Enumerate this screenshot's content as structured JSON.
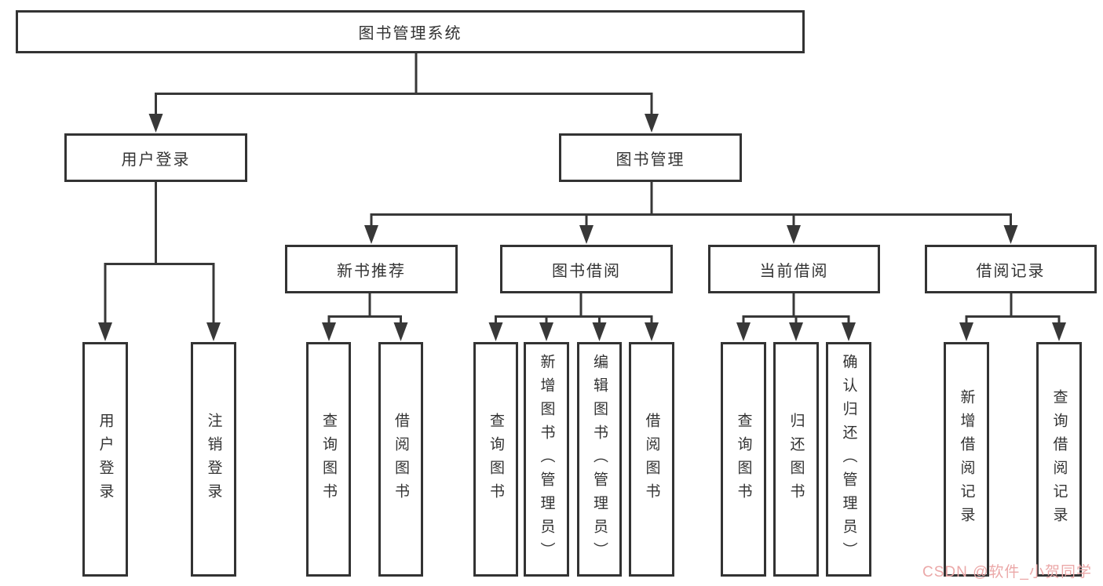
{
  "root": {
    "label": "图书管理系统"
  },
  "level2": {
    "user_login": {
      "label": "用户登录"
    },
    "book_mgmt": {
      "label": "图书管理"
    }
  },
  "level3": {
    "new_book_rec": {
      "label": "新书推荐"
    },
    "book_borrow": {
      "label": "图书借阅"
    },
    "current_borrow": {
      "label": "当前借阅"
    },
    "borrow_record": {
      "label": "借阅记录"
    }
  },
  "leaves": {
    "login": {
      "label": "用户登录"
    },
    "logout": {
      "label": "注销登录"
    },
    "rec_query": {
      "label": "查询图书"
    },
    "rec_borrow": {
      "label": "借阅图书"
    },
    "bb_query": {
      "label": "查询图书"
    },
    "bb_add_admin": {
      "label": "新增图书（管理员）"
    },
    "bb_edit_admin": {
      "label": "编辑图书（管理员）"
    },
    "bb_borrow": {
      "label": "借阅图书"
    },
    "cur_query": {
      "label": "查询图书"
    },
    "cur_return": {
      "label": "归还图书"
    },
    "cur_confirm_admin": {
      "label": "确认归还（管理员）"
    },
    "br_add": {
      "label": "新增借阅记录"
    },
    "br_query": {
      "label": "查询借阅记录"
    }
  },
  "watermark": {
    "text": "CSDN @软件_小贺同学",
    "color": "#eba8a8"
  },
  "colors": {
    "line": "#383838",
    "box_border": "#333333",
    "text": "#333333",
    "background": "#ffffff"
  }
}
